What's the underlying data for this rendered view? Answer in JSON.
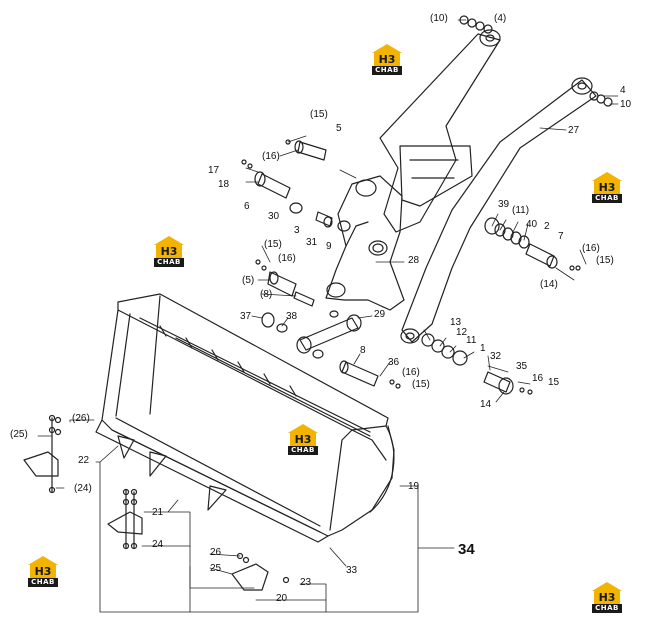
{
  "logo": {
    "mark": "H3",
    "brand": "CHAB"
  },
  "labels": {
    "p10a": "(10)",
    "p4a": "(4)",
    "p4b": "4",
    "p10b": "10",
    "p27": "27",
    "p15a": "(15)",
    "p5a": "5",
    "p16a": "(16)",
    "p17": "17",
    "p18": "18",
    "p6": "6",
    "p30": "30",
    "p3": "3",
    "p31": "31",
    "p9": "9",
    "p39": "39",
    "p11a": "(11)",
    "p40": "40",
    "p2": "2",
    "p7": "7",
    "p16b": "(16)",
    "p15b": "(15)",
    "p14a": "(14)",
    "p28": "28",
    "p15c": "(15)",
    "p16c": "(16)",
    "p5b": "(5)",
    "p8a": "(8)",
    "p37": "37",
    "p38": "38",
    "p29": "29",
    "p13": "13",
    "p12": "12",
    "p11b": "11",
    "p1": "1",
    "p32": "32",
    "p8b": "8",
    "p36": "36",
    "p16d": "(16)",
    "p15d": "(15)",
    "p35": "35",
    "p16e": "16",
    "p15e": "15",
    "p14b": "14",
    "p25a": "(25)",
    "p26a": "(26)",
    "p22": "22",
    "p24a": "(24)",
    "p19": "19",
    "p21": "21",
    "p24b": "24",
    "p26b": "26",
    "p25b": "25",
    "p23": "23",
    "p20": "20",
    "p33": "33",
    "p34": "34"
  }
}
